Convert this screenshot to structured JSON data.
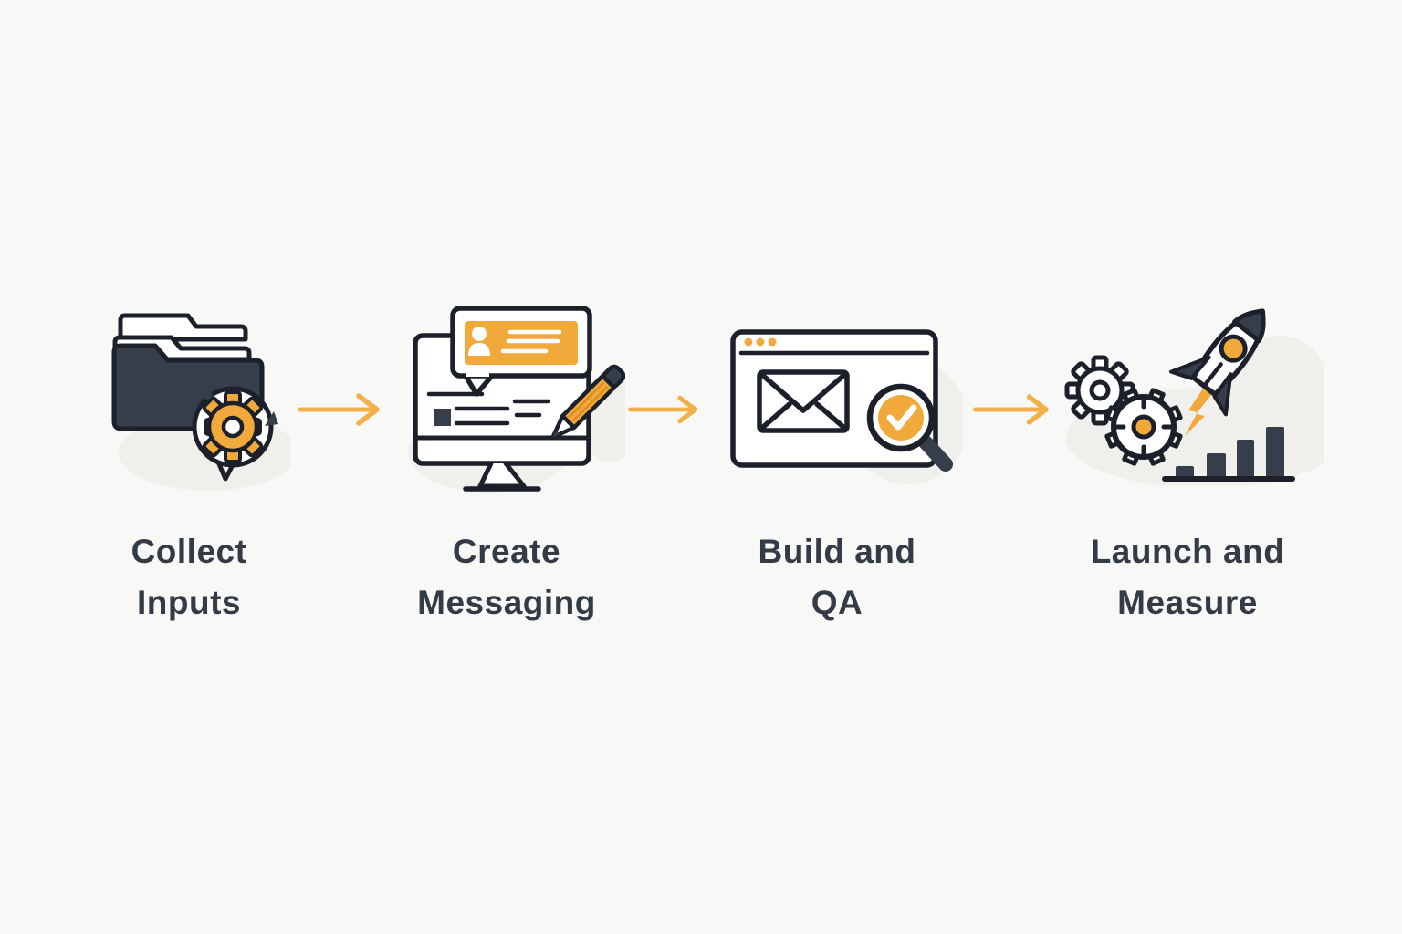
{
  "diagram": {
    "title": "",
    "background_color": "#F8F8F6",
    "text_color": "#333B47",
    "accent_color": "#F2A93B",
    "dark_color": "#363E4B",
    "outline_color": "#1B202A",
    "arrow_color": "#F3B04A",
    "arrow_icon": "right-arrow-icon",
    "steps": [
      {
        "id": 1,
        "icon": "folder-gear-icon",
        "label_line1": "Collect",
        "label_line2": "Inputs"
      },
      {
        "id": 2,
        "icon": "monitor-message-pencil-icon",
        "label_line1": "Create",
        "label_line2": "Messaging"
      },
      {
        "id": 3,
        "icon": "browser-email-check-icon",
        "label_line1": "Build and",
        "label_line2": "QA"
      },
      {
        "id": 4,
        "icon": "rocket-gears-growth-icon",
        "label_line1": "Launch and",
        "label_line2": "Measure"
      }
    ]
  }
}
